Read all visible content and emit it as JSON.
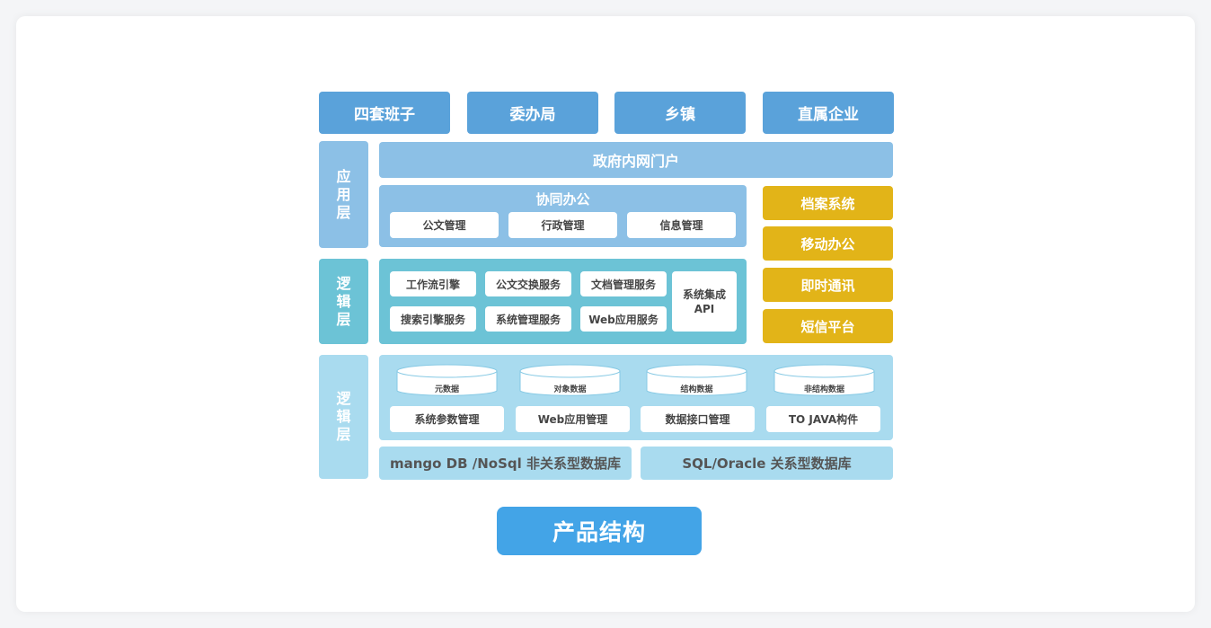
{
  "top_tabs": [
    "四套班子",
    "委办局",
    "乡镇",
    "直属企业"
  ],
  "layers": {
    "application": "应用层",
    "logic": "逻辑层",
    "data": "逻辑层"
  },
  "portal": "政府内网门户",
  "collab": {
    "title": "协同办公",
    "items": [
      "公文管理",
      "行政管理",
      "信息管理"
    ]
  },
  "side_systems": [
    "档案系统",
    "移动办公",
    "即时通讯",
    "短信平台"
  ],
  "logic_services": {
    "row1": [
      "工作流引擎",
      "公文交换服务",
      "文档管理服务"
    ],
    "row2": [
      "搜索引擎服务",
      "系统管理服务",
      "Web应用服务"
    ],
    "integration": "系统集成\nAPI"
  },
  "data_layer": {
    "stores": [
      "元数据",
      "对象数据",
      "结构数据",
      "非结构数据"
    ],
    "modules": [
      "系统参数管理",
      "Web应用管理",
      "数据接口管理",
      "TO JAVA构件"
    ]
  },
  "databases": [
    "mango DB /NoSql 非关系型数据库",
    "SQL/Oracle 关系型数据库"
  ],
  "title": "产品结构",
  "colors": {
    "top_blue": "#5aa2da",
    "app_blue": "#8cc0e6",
    "logic_teal": "#6cc3d6",
    "data_light": "#a9dbef",
    "accent_yellow": "#e2b418",
    "title_blue": "#43a4e7"
  }
}
